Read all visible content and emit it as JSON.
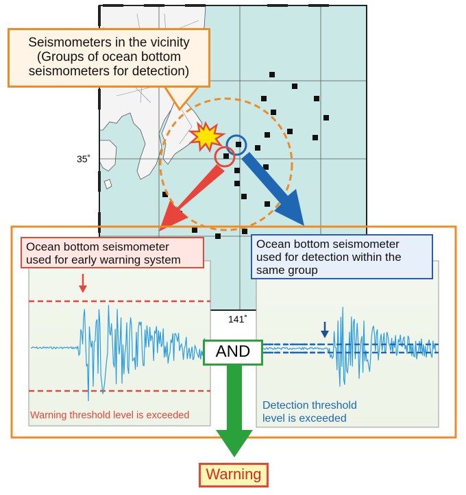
{
  "callout": {
    "line1": "Seismometers in the vicinity",
    "line2": "(Groups of ocean bottom",
    "line3": "seismometers for detection)"
  },
  "map": {
    "lat_label": "35˚",
    "lon_label": "141˚"
  },
  "left_panel": {
    "title_line1": "Ocean bottom seismometer",
    "title_line2": "used for early warning system",
    "caption": "Warning threshold level is exceeded"
  },
  "right_panel": {
    "title_line1": "Ocean bottom seismometer",
    "title_line2": "used for detection within the",
    "title_line3": "same group",
    "caption_line1": "Detection threshold",
    "caption_line2": "level is exceeded"
  },
  "logic": {
    "and_label": "AND",
    "result_label": "Warning"
  },
  "colors": {
    "sea": "#c9e8e6",
    "orange": "#f08a24",
    "red": "#e8453a",
    "blue": "#1f67b3",
    "green": "#2aa13a",
    "waveform": "#2a9be0"
  }
}
